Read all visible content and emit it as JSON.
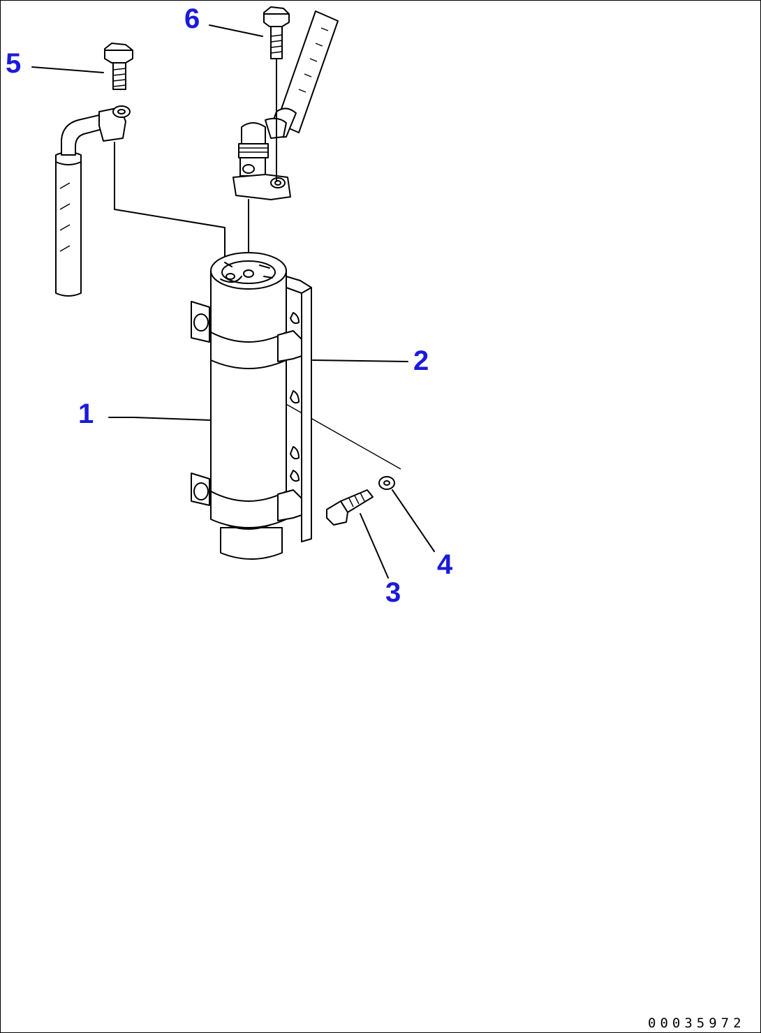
{
  "callouts": {
    "c1": "1",
    "c2": "2",
    "c3": "3",
    "c4": "4",
    "c5": "5",
    "c6": "6"
  },
  "document_number": "00035972",
  "colors": {
    "callout": "#1a1adc",
    "linework": "#000000",
    "background": "#ffffff"
  }
}
